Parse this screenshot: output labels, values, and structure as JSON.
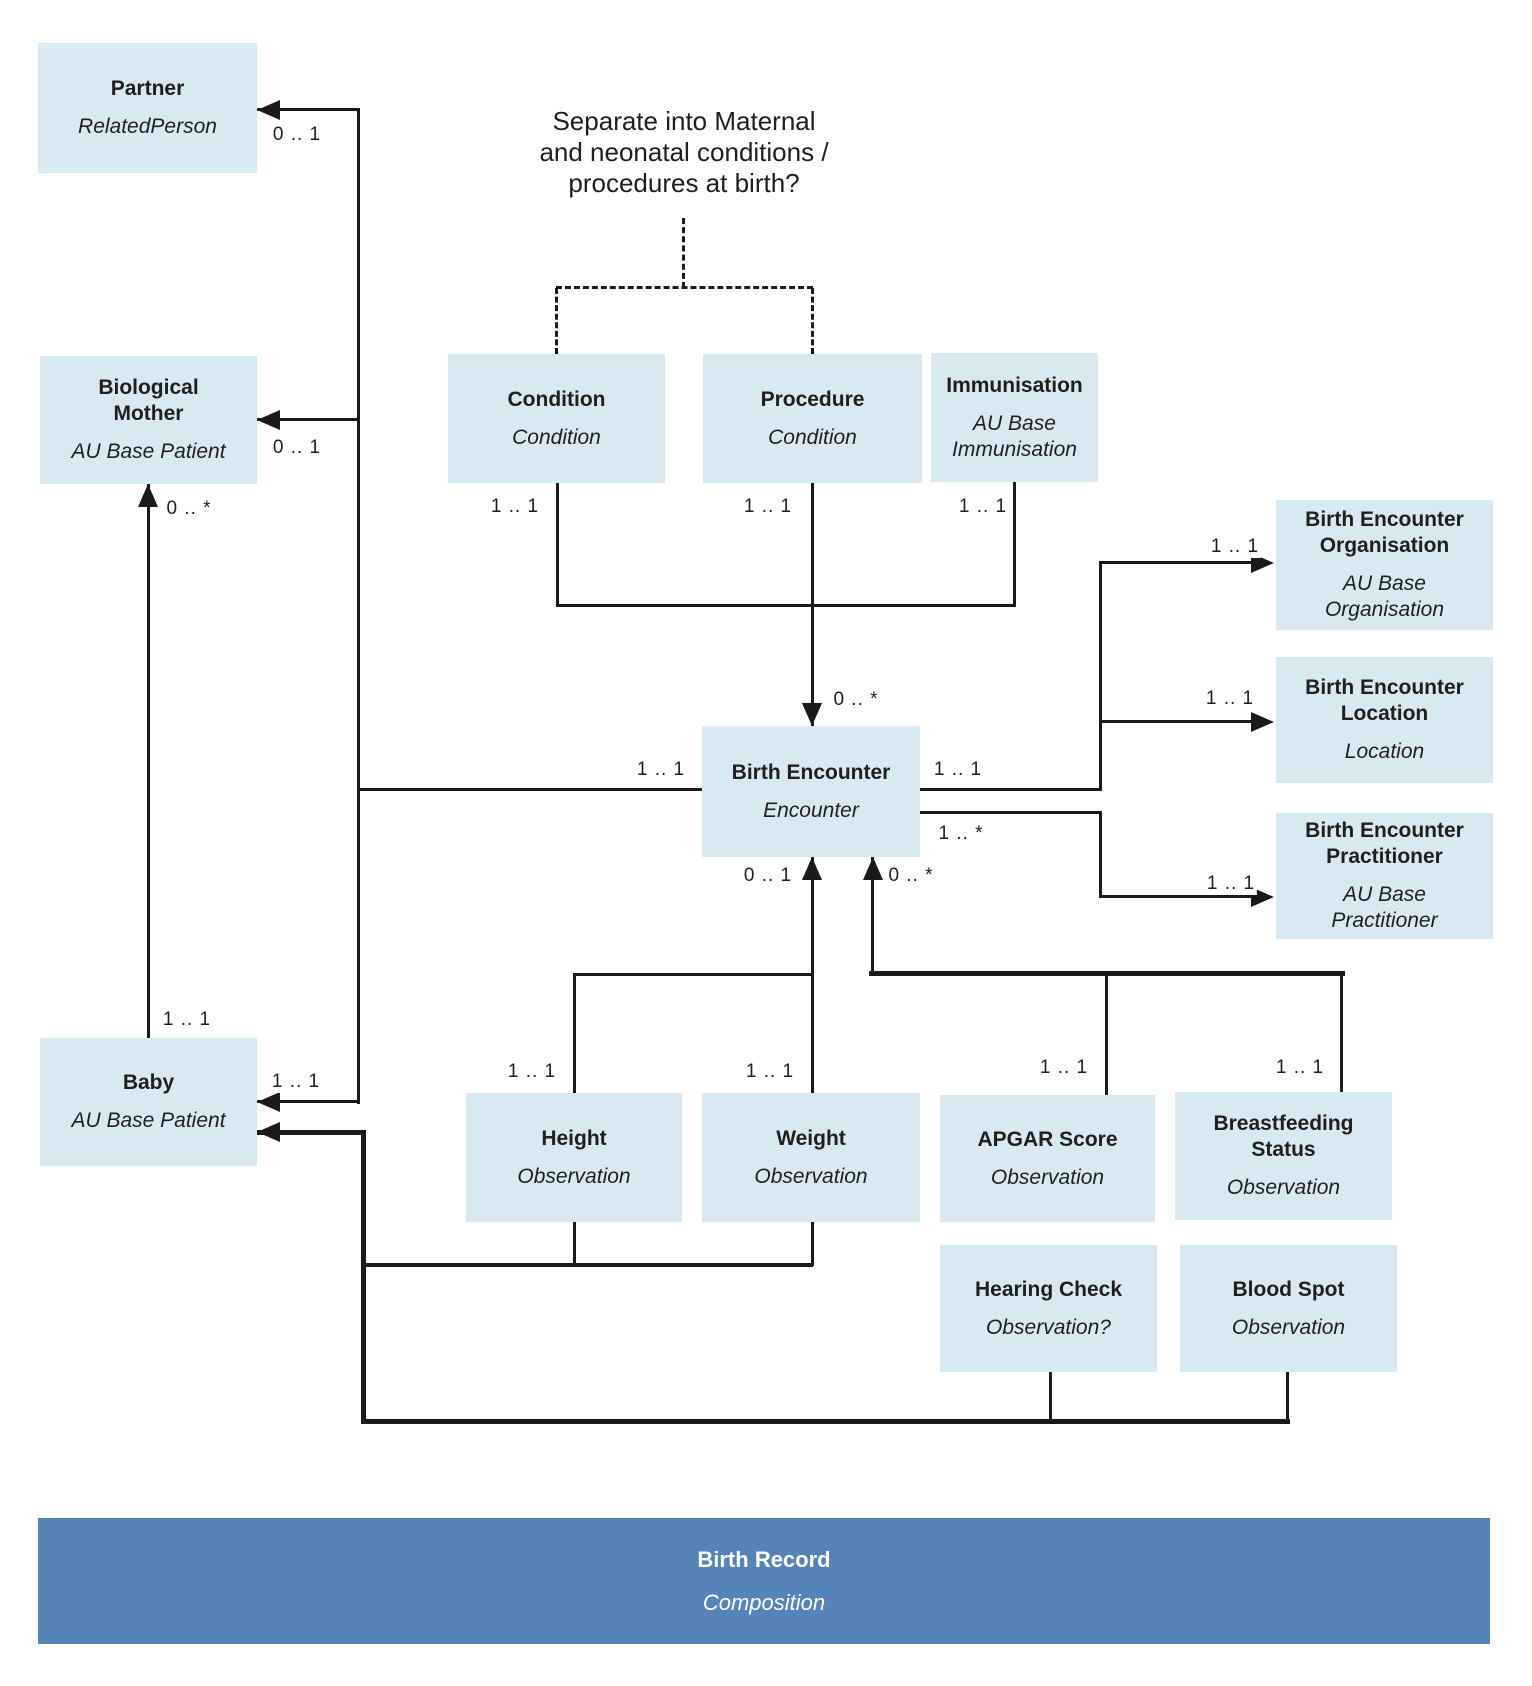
{
  "diagram": {
    "annotation": "Separate into Maternal\nand neonatal conditions /\nprocedures at birth?",
    "colors": {
      "box_fill": "#D9E9F2",
      "bar_fill": "#5583BA",
      "line": "#1A1A1A",
      "text": "#1F1F1F",
      "bar_text": "#FFFFFF"
    },
    "boxes": [
      {
        "id": "partner",
        "title": "Partner",
        "subtitle": "RelatedPerson"
      },
      {
        "id": "biological-mother",
        "title": "Biological\nMother",
        "subtitle": "AU Base Patient"
      },
      {
        "id": "condition",
        "title": "Condition",
        "subtitle": "Condition"
      },
      {
        "id": "procedure",
        "title": "Procedure",
        "subtitle": "Condition"
      },
      {
        "id": "immunisation",
        "title": "Immunisation",
        "subtitle": "AU Base\nImmunisation"
      },
      {
        "id": "birth-encounter",
        "title": "Birth Encounter",
        "subtitle": "Encounter"
      },
      {
        "id": "birth-encounter-organisation",
        "title": "Birth Encounter\nOrganisation",
        "subtitle": "AU Base\nOrganisation"
      },
      {
        "id": "birth-encounter-location",
        "title": "Birth Encounter\nLocation",
        "subtitle": "Location"
      },
      {
        "id": "birth-encounter-practitioner",
        "title": "Birth Encounter\nPractitioner",
        "subtitle": "AU Base\nPractitioner"
      },
      {
        "id": "baby",
        "title": "Baby",
        "subtitle": "AU Base Patient"
      },
      {
        "id": "height",
        "title": "Height",
        "subtitle": "Observation"
      },
      {
        "id": "weight",
        "title": "Weight",
        "subtitle": "Observation"
      },
      {
        "id": "apgar-score",
        "title": "APGAR Score",
        "subtitle": "Observation"
      },
      {
        "id": "breastfeeding-status",
        "title": "Breastfeeding\nStatus",
        "subtitle": "Observation"
      },
      {
        "id": "hearing-check",
        "title": "Hearing Check",
        "subtitle": "Observation?"
      },
      {
        "id": "blood-spot",
        "title": "Blood Spot",
        "subtitle": "Observation"
      },
      {
        "id": "birth-record",
        "title": "Birth Record",
        "subtitle": "Composition",
        "variant": "bar"
      }
    ],
    "edges": [
      {
        "id": "encounter-partner",
        "label": "0 .. 1"
      },
      {
        "id": "encounter-mother",
        "label": "0 .. 1"
      },
      {
        "id": "encounter-left",
        "label": "1 .. 1"
      },
      {
        "id": "encounter-baby",
        "label": "1 .. 1"
      },
      {
        "id": "baby-mother-top",
        "label": "0 .. *"
      },
      {
        "id": "baby-mother-bottom",
        "label": "1 .. 1"
      },
      {
        "id": "condition-encounter",
        "label": "1 .. 1"
      },
      {
        "id": "procedure-encounter",
        "label": "1 .. 1"
      },
      {
        "id": "immunisation-encounter",
        "label": "1 .. 1"
      },
      {
        "id": "encounter-top",
        "label": "0 .. *"
      },
      {
        "id": "encounter-right-1",
        "label": "1 .. 1"
      },
      {
        "id": "encounter-right-2",
        "label": "1 .. *"
      },
      {
        "id": "organisation-ref",
        "label": "1 .. 1"
      },
      {
        "id": "location-ref",
        "label": "1 .. 1"
      },
      {
        "id": "practitioner-ref",
        "label": "1 .. 1"
      },
      {
        "id": "obs-height-weight",
        "label": "0 .. 1"
      },
      {
        "id": "obs-apgar-breastfeeding",
        "label": "0 .. *"
      },
      {
        "id": "height-ref",
        "label": "1 .. 1"
      },
      {
        "id": "weight-ref",
        "label": "1 .. 1"
      },
      {
        "id": "apgar-ref",
        "label": "1 .. 1"
      },
      {
        "id": "breastfeeding-ref",
        "label": "1 .. 1"
      }
    ]
  }
}
